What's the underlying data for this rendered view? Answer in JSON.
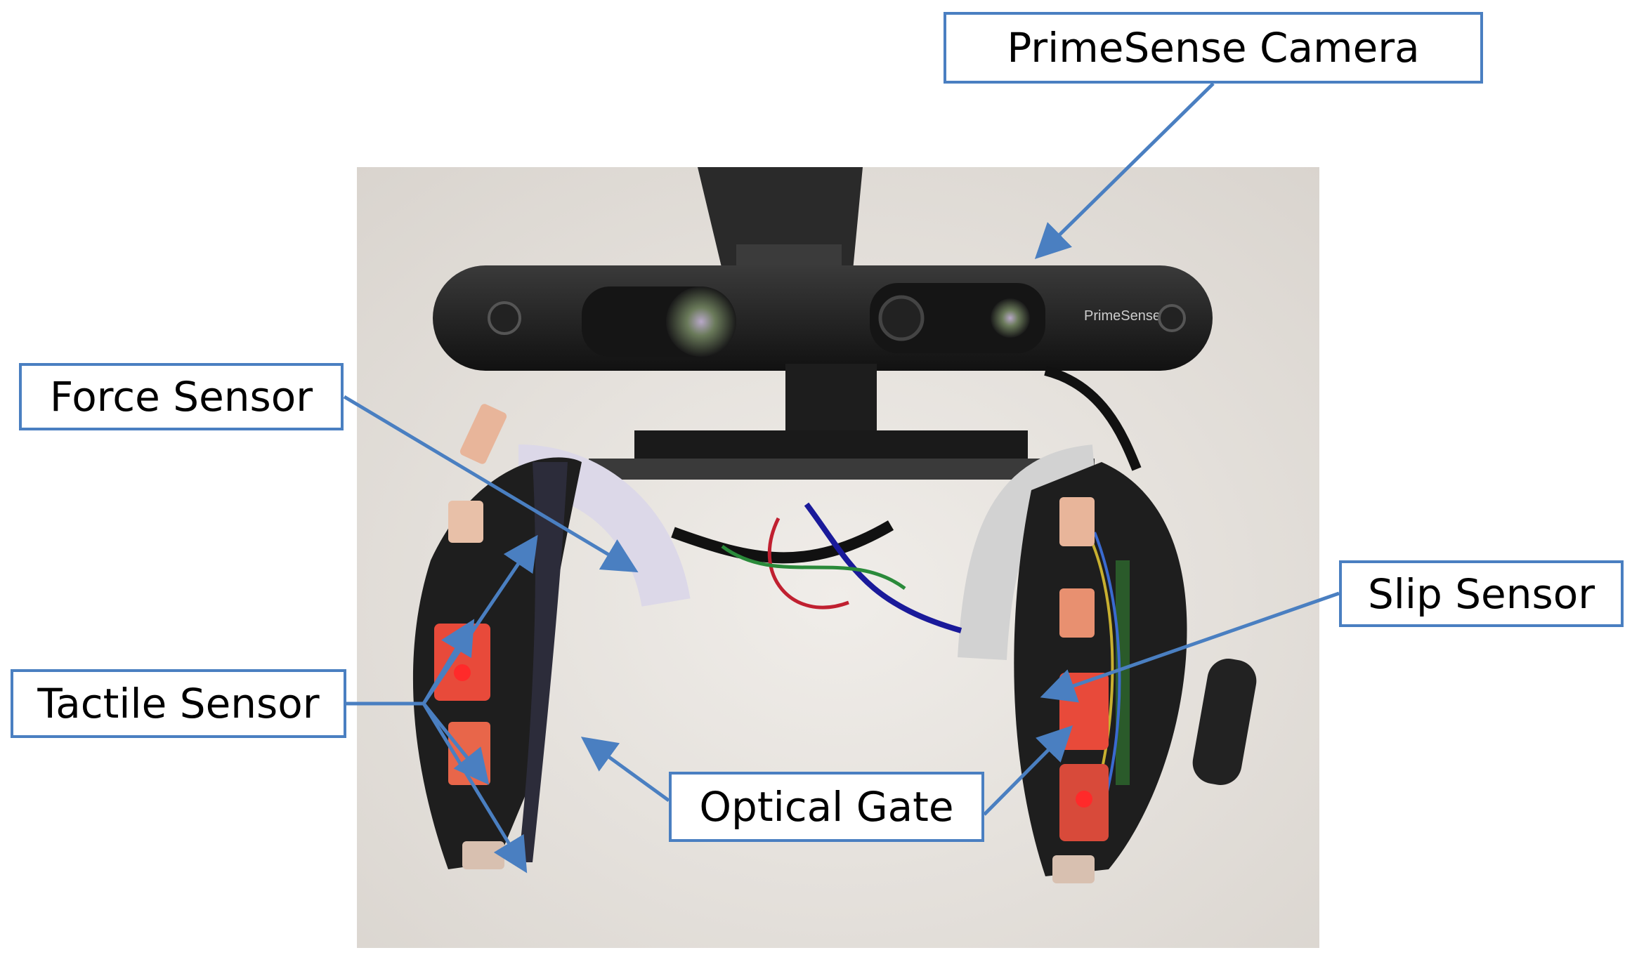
{
  "labels": {
    "camera": "PrimeSense Camera",
    "force": "Force Sensor",
    "tactile": "Tactile Sensor",
    "optical": "Optical Gate",
    "slip": "Slip Sensor"
  },
  "photo": {
    "camera_brand": "PrimeSense"
  },
  "colors": {
    "arrow": "#4a7fc1",
    "box_border": "#4a7fc1",
    "wall": "#e8e4df",
    "device_body": "#1e1e1e",
    "led_red": "#ff2a2a"
  }
}
